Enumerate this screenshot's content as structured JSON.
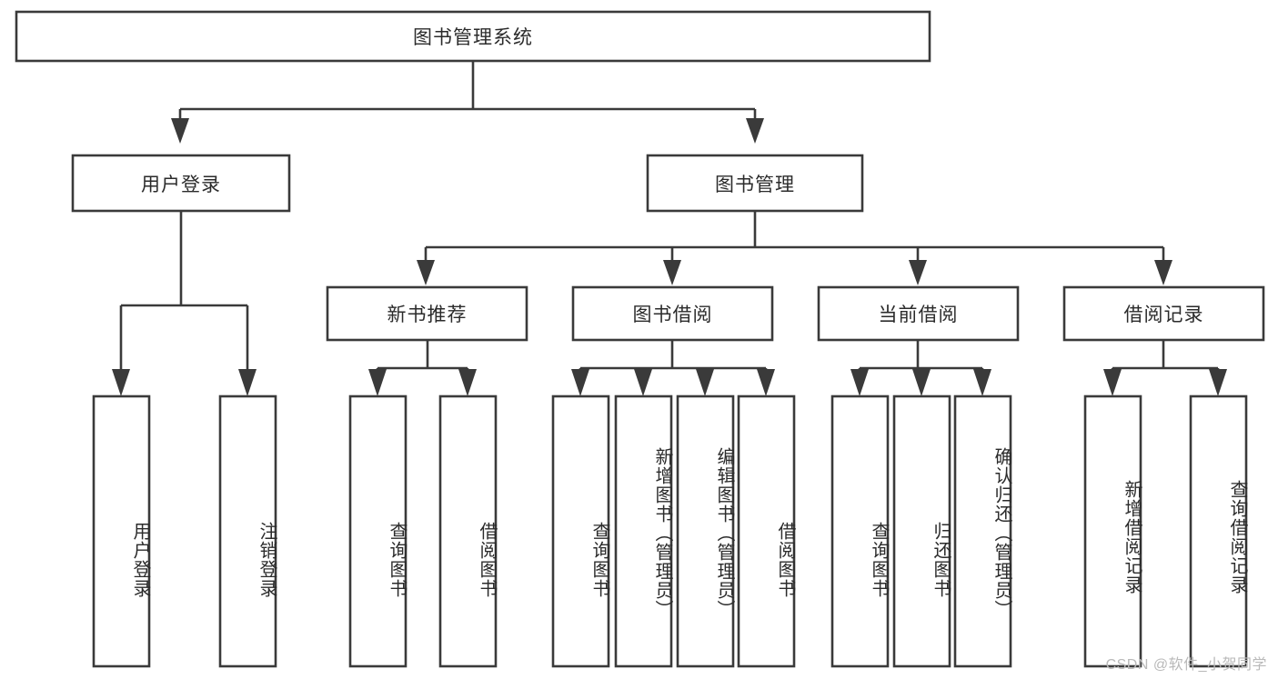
{
  "diagram": {
    "title": "图书管理系统",
    "type": "tree-hierarchy-chart",
    "watermark": "CSDN @软件_小贺同学",
    "stroke_color": "#3a3a3a",
    "fill_color": "#ffffff",
    "text_color": "#2b2b2b",
    "root": {
      "label": "图书管理系统",
      "orientation": "horizontal"
    },
    "level2": [
      {
        "label": "用户登录",
        "orientation": "horizontal"
      },
      {
        "label": "图书管理",
        "orientation": "horizontal"
      }
    ],
    "level3": [
      {
        "label": "新书推荐",
        "orientation": "horizontal"
      },
      {
        "label": "图书借阅",
        "orientation": "horizontal"
      },
      {
        "label": "当前借阅",
        "orientation": "horizontal"
      },
      {
        "label": "借阅记录",
        "orientation": "horizontal"
      }
    ],
    "leaves": {
      "user_login": [
        {
          "label": "用户登录",
          "orientation": "vertical"
        },
        {
          "label": "注销登录",
          "orientation": "vertical"
        }
      ],
      "new_book_recommend": [
        {
          "label": "查询图书",
          "orientation": "vertical"
        },
        {
          "label": "借阅图书",
          "orientation": "vertical"
        }
      ],
      "book_borrow": [
        {
          "label": "查询图书",
          "orientation": "vertical"
        },
        {
          "label": "新增图书（管理员）",
          "orientation": "vertical"
        },
        {
          "label": "编辑图书（管理员）",
          "orientation": "vertical"
        },
        {
          "label": "借阅图书",
          "orientation": "vertical"
        }
      ],
      "current_borrow": [
        {
          "label": "查询图书",
          "orientation": "vertical"
        },
        {
          "label": "归还图书",
          "orientation": "vertical"
        },
        {
          "label": "确认归还（管理员）",
          "orientation": "vertical"
        }
      ],
      "borrow_record": [
        {
          "label": "新增借阅记录",
          "orientation": "vertical"
        },
        {
          "label": "查询借阅记录",
          "orientation": "vertical"
        }
      ]
    }
  }
}
